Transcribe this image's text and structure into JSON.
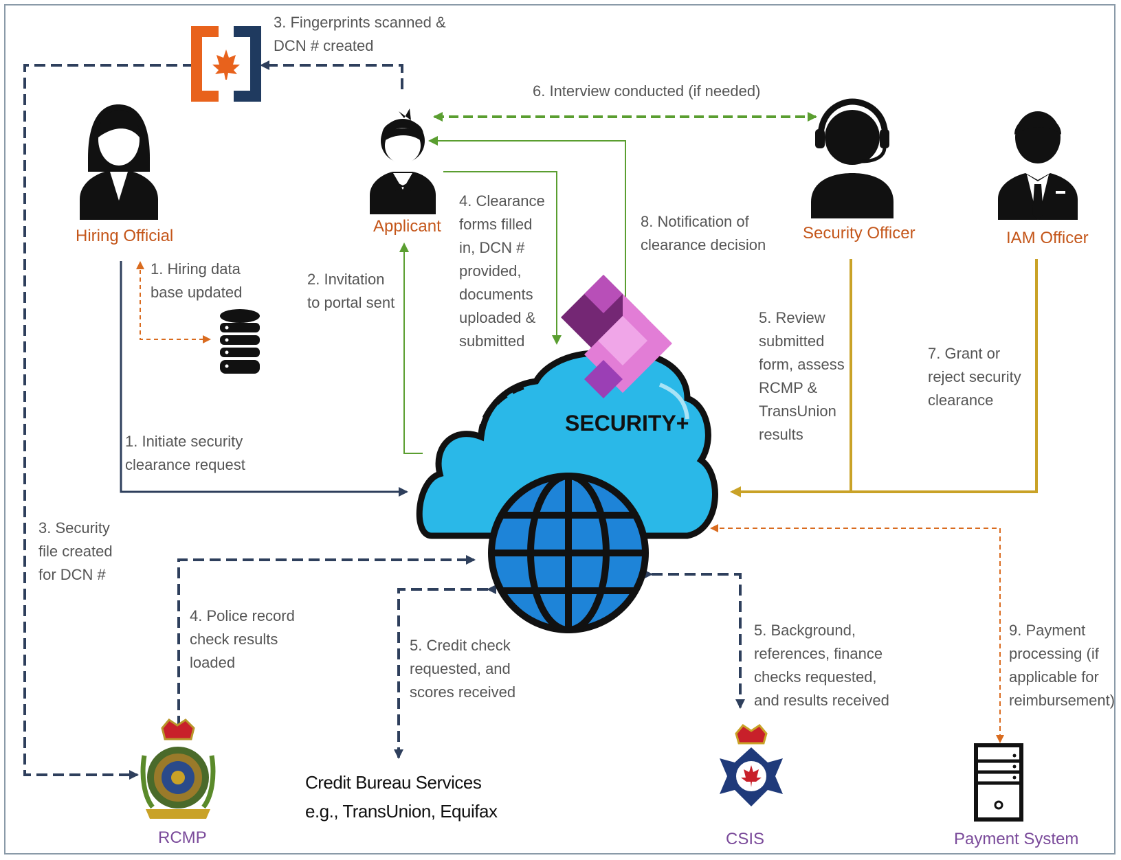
{
  "colors": {
    "navy": "#2e3f5c",
    "green": "#5a9e30",
    "gold": "#c9a227",
    "orange": "#d96b1f",
    "role_text": "#c4561a",
    "bottom_label": "#7a4a9a",
    "cloud": "#29b8e6",
    "globe": "#1e7ad0",
    "power_apps": "#9b3fb5"
  },
  "actors": {
    "hiring_official": "Hiring Official",
    "applicant": "Applicant",
    "security_officer": "Security Officer",
    "iam_officer": "IAM Officer"
  },
  "system": {
    "name": "SECURITY+"
  },
  "external": {
    "rcmp": "RCMP",
    "credit_bureau": "Credit Bureau Services\ne.g., TransUnion, Equifax",
    "csis": "CSIS",
    "payment": "Payment System"
  },
  "steps": {
    "fingerprints": "3. Fingerprints scanned &\nDCN # created",
    "interview": "6. Interview conducted (if needed)",
    "hiring_db": "1. Hiring data\nbase updated",
    "invitation": "2. Invitation\nto portal sent",
    "forms": "4. Clearance\nforms filled\nin, DCN #\nprovided,\ndocuments\nuploaded &\nsubmitted",
    "notification": "8. Notification of\nclearance decision",
    "review": "5. Review\nsubmitted\nform, assess\nRCMP &\nTransUnion\nresults",
    "grant": "7. Grant or\nreject security\nclearance",
    "initiate": "1. Initiate security\nclearance request",
    "security_file": "3. Security\nfile created\nfor DCN #",
    "police": "4. Police record\ncheck results\nloaded",
    "credit": "5. Credit check\nrequested, and\nscores received",
    "background": "5. Background,\nreferences, finance\nchecks requested,\nand results received",
    "payment": "9. Payment\nprocessing (if\napplicable for\nreimbursement)"
  }
}
